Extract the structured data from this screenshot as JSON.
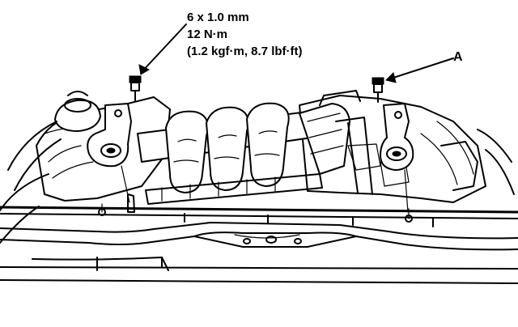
{
  "spec": {
    "line1": "6 x 1.0 mm",
    "line2": "12 N·m",
    "line3": "(1.2 kgf·m, 8.7 lbf·ft)"
  },
  "callouts": {
    "a": "A"
  }
}
